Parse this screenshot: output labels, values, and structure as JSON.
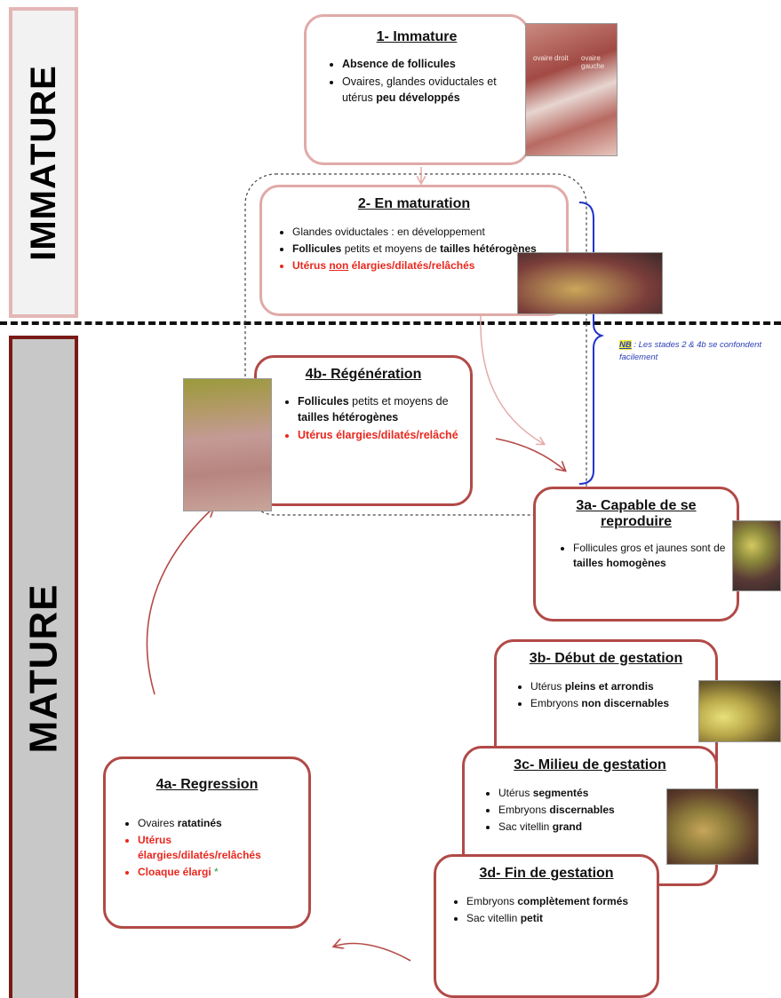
{
  "sidebars": {
    "immature": "IMMATURE",
    "mature": "MATURE"
  },
  "nb": {
    "key": "NB",
    "text": " : Les stades 2 & 4b se confondent facilement"
  },
  "stages": {
    "s1": {
      "title": "1- Immature",
      "items": [
        {
          "bold": "Absence de follicules"
        },
        {
          "text": "Ovaires, glandes oviductales et utérus ",
          "bold": "peu développés"
        }
      ],
      "photo": {
        "label_left": "ovaire droit",
        "label_right": "ovaire gauche"
      }
    },
    "s2": {
      "title": "2- En maturation",
      "items": [
        {
          "text": "Glandes oviductales : en développement"
        },
        {
          "bold": "Follicules",
          "text": " petits et moyens de ",
          "bold2": "tailles hétérogènes"
        },
        {
          "red_bold": "Utérus ",
          "red_underline": "non",
          "red_tail": " élargies/dilatés/relâchés"
        }
      ]
    },
    "s4b": {
      "title": "4b- Régénération",
      "items": [
        {
          "bold": "Follicules",
          "text": " petits et moyens de ",
          "bold2": "tailles hétérogènes"
        },
        {
          "red_bold": "Utérus élargies/dilatés/relâché"
        }
      ]
    },
    "s3a": {
      "title": "3a- Capable de se reproduire",
      "items": [
        {
          "text": "Follicules gros et jaunes sont de ",
          "bold": "tailles homogènes"
        }
      ]
    },
    "s3b": {
      "title": "3b- Début de gestation",
      "items": [
        {
          "text": "Utérus ",
          "bold": "pleins et arrondis"
        },
        {
          "text": "Embryons ",
          "bold": "non discernables"
        }
      ]
    },
    "s3c": {
      "title": "3c- Milieu de gestation",
      "items": [
        {
          "text": "Utérus ",
          "bold": "segmentés"
        },
        {
          "text": "Embryons ",
          "bold": "discernables"
        },
        {
          "text": "Sac vitellin ",
          "bold": "grand"
        }
      ]
    },
    "s3d": {
      "title": "3d- Fin de gestation",
      "items": [
        {
          "text": "Embryons ",
          "bold": "complètement formés"
        },
        {
          "text": "Sac vitellin ",
          "bold": "petit"
        }
      ]
    },
    "s4a": {
      "title": "4a- Regression",
      "items": [
        {
          "text": "Ovaires ",
          "bold": "ratatinés"
        },
        {
          "red_bold": "Utérus élargies/dilatés/relâchés"
        },
        {
          "red_bold": "Cloaque élargi",
          "green": " *"
        }
      ]
    }
  }
}
